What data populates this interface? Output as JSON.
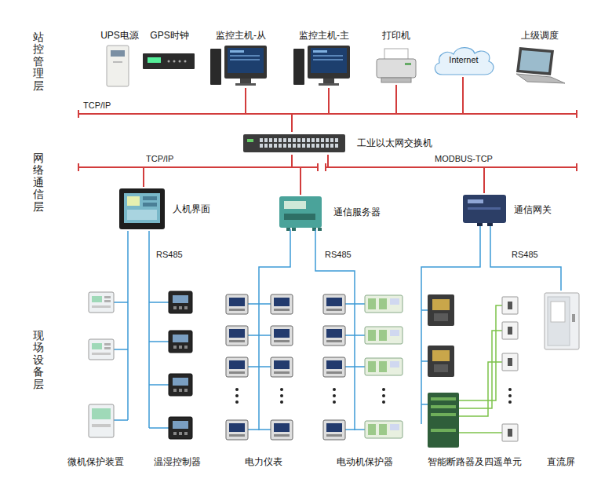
{
  "diagram": {
    "nodes": [
      {
        "text": [
          "UPS电源"
        ]
      },
      {
        "text": [
          "GPS时钟"
        ]
      },
      {
        "text": [
          "监控主机-从"
        ]
      },
      {
        "text": [
          "监控主机-主"
        ]
      },
      {
        "text": [
          "打印机"
        ]
      },
      {
        "text": [
          "Internet"
        ]
      },
      {
        "text": [
          "上级调度"
        ]
      },
      {
        "text": [
          "工业以太网交换机"
        ]
      },
      {
        "text": [
          "人机界面"
        ]
      },
      {
        "text": [
          "通信服务器"
        ]
      },
      {
        "text": [
          "通信网关"
        ]
      },
      {
        "text": [
          "微机保护装置"
        ]
      },
      {
        "text": [
          "温湿控制器"
        ]
      },
      {
        "text": [
          "电力仪表"
        ]
      },
      {
        "text": [
          "电动机保护器"
        ]
      },
      {
        "text": [
          "智能断路器及四遥单元"
        ]
      },
      {
        "text": [
          "直流屏"
        ]
      }
    ],
    "edges": [
      {
        "from": 2,
        "to": 7,
        "arrow": "none"
      },
      {
        "from": 3,
        "to": 7,
        "arrow": "none"
      },
      {
        "from": 4,
        "to": 7,
        "arrow": "none"
      },
      {
        "from": 5,
        "to": 7,
        "arrow": "none"
      },
      {
        "from": 7,
        "to": 8,
        "arrow": "none"
      },
      {
        "from": 7,
        "to": 9,
        "arrow": "none"
      },
      {
        "from": 7,
        "to": 10,
        "arrow": "none"
      },
      {
        "from": 8,
        "to": 11,
        "arrow": "none"
      },
      {
        "from": 8,
        "to": 12,
        "arrow": "none"
      },
      {
        "from": 9,
        "to": 13,
        "arrow": "none"
      },
      {
        "from": 9,
        "to": 14,
        "arrow": "none"
      },
      {
        "from": 10,
        "to": 15,
        "arrow": "none"
      },
      {
        "from": 10,
        "to": 16,
        "arrow": "none"
      }
    ],
    "labels": [
      "站控管理层",
      "网络通信层",
      "现场设备层",
      "TCP/IP",
      "TCP/IP",
      "MODBUS-TCP",
      "RS485",
      "RS485",
      "RS485"
    ]
  }
}
